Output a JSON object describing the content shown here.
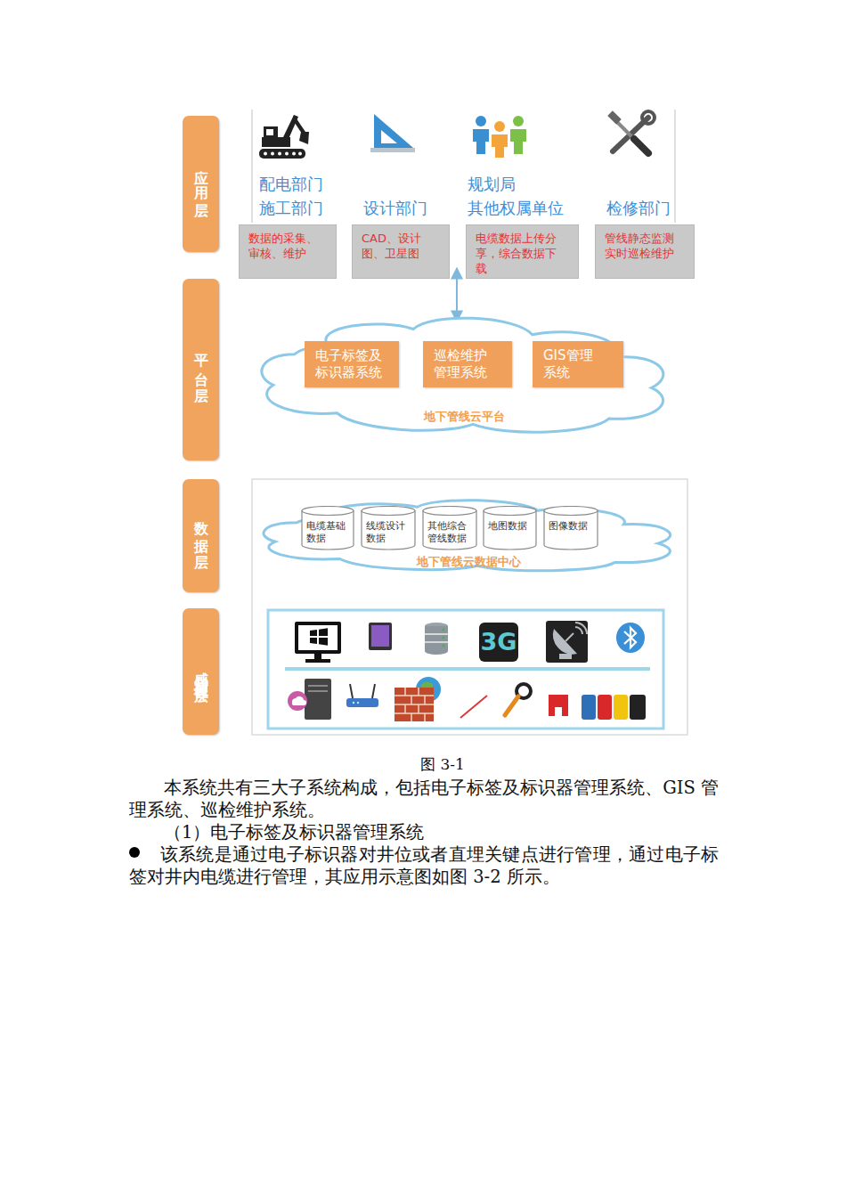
{
  "diagram": {
    "caption": "图 3-1",
    "nodes": [
      {
        "text": [
          "应用层"
        ]
      },
      {
        "text": [
          "数据的采集、审核、维护"
        ]
      },
      {
        "text": [
          "CAD、设计图、卫星图"
        ]
      },
      {
        "text": [
          "电缆数据上传分享，综合数据下载"
        ]
      },
      {
        "text": [
          "管线静态监测实时巡检维护"
        ]
      },
      {
        "text": [
          "平台层"
        ]
      },
      {
        "text": [
          "地下管线云平台"
        ]
      },
      {
        "text": [
          "电子标签及标识器系统"
        ],
        "in": 6
      },
      {
        "text": [
          "巡检维护管理系统"
        ],
        "in": 6
      },
      {
        "text": [
          "GIS管理系统"
        ],
        "in": 6
      },
      {
        "text": [
          "数据层"
        ]
      },
      {
        "text": [
          "地下管线云数据中心"
        ]
      },
      {
        "text": [
          "电缆基础数据"
        ],
        "in": 11
      },
      {
        "text": [
          "线缆设计数据"
        ],
        "in": 11
      },
      {
        "text": [
          "其他综合管线数据"
        ],
        "in": 11
      },
      {
        "text": [
          "地图数据"
        ],
        "in": 11
      },
      {
        "text": [
          "图像数据"
        ],
        "in": 11
      },
      {
        "text": [
          "感知与硬件层"
        ]
      }
    ],
    "edges": [
      {
        "from": 3,
        "to": 6,
        "arrow": "both"
      }
    ],
    "labels": [
      "配电部门",
      "施工部门",
      "设计部门",
      "规划局",
      "其他权属单位",
      "检修部门",
      "3G",
      "本系统共有三大子系统构成，包括电子标签及标识器管理系统、GIS 管理系统、巡检维护系统。",
      "（1）电子标签及标识器管理系统",
      "该系统是通过电子标识器对井位或者直埋关键点进行管理，通过电子标签对井内电缆进行管理，其应用示意图如图 3-2 所示。"
    ]
  }
}
